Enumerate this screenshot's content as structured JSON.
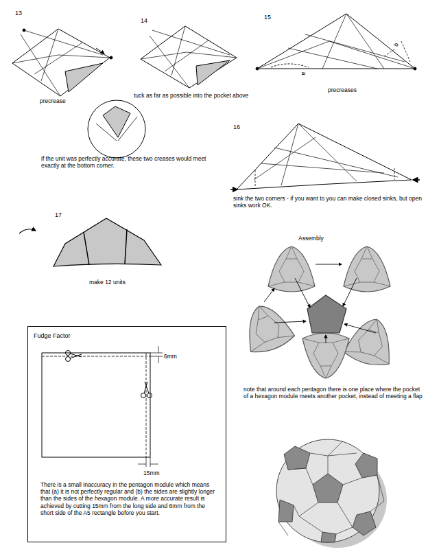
{
  "diagram": {
    "nodes": [
      {
        "text": [
          "Fudge Factor",
          "6mm",
          "15mm",
          "There is a small inaccuracy in the pentagon module which means that (a) it is not perfectly regular and (b) the sides are slightly longer than the sides of the hexagon module. A more accurate result is achieved by cutting 15mm from the long side and 6mm from the short side of the A5 rectangle before you start."
        ]
      }
    ],
    "labels": [
      "13",
      "precrease",
      "14",
      "tuck as far as possible into the pocket above",
      "if the unit was perfectly accurate, these two creases would meet exactly at the bottom corner.",
      "15",
      "a",
      "b",
      "precreases",
      "16",
      "sink the two corners - if you want to you can make closed sinks, but open sinks work OK.",
      "17",
      "make 12 units",
      "Assembly",
      "note that around each pentagon there is one place where the pocket of a hexagon module meets another pocket, instead of meeting a flap"
    ]
  }
}
